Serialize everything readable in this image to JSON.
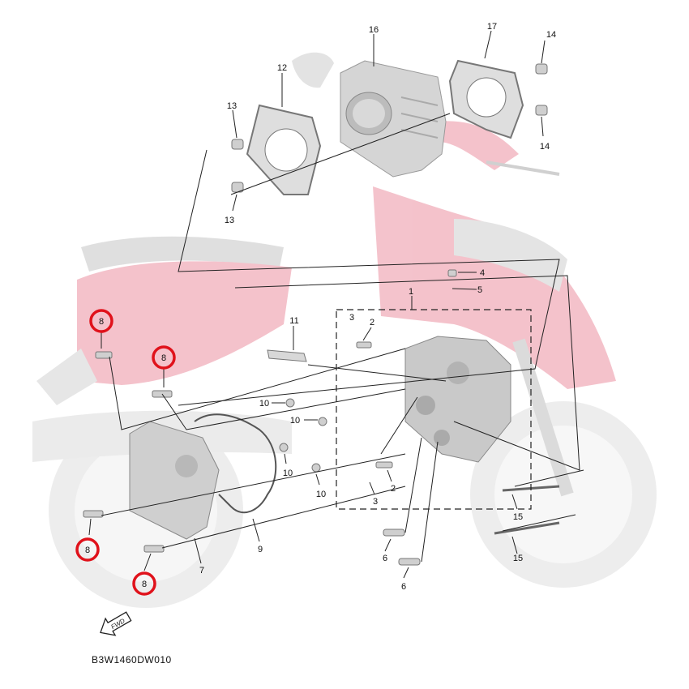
{
  "diagram": {
    "callouts": {
      "c1": "1",
      "c2a": "2",
      "c2b": "2",
      "c3a": "3",
      "c3b": "3",
      "c4": "4",
      "c5": "5",
      "c6a": "6",
      "c6b": "6",
      "c7": "7",
      "c8a": "8",
      "c8b": "8",
      "c8c": "8",
      "c8d": "8",
      "c9": "9",
      "c10a": "10",
      "c10b": "10",
      "c10c": "10",
      "c10d": "10",
      "c11": "11",
      "c12": "12",
      "c13a": "13",
      "c13b": "13",
      "c14a": "14",
      "c14b": "14",
      "c15a": "15",
      "c15b": "15",
      "c16": "16",
      "c17": "17"
    },
    "fwd_label": "FWD",
    "drawing_code": "B3W1460DW010",
    "highlight_color": "#e0121b",
    "scooter_tint": "#f3bcc6"
  }
}
